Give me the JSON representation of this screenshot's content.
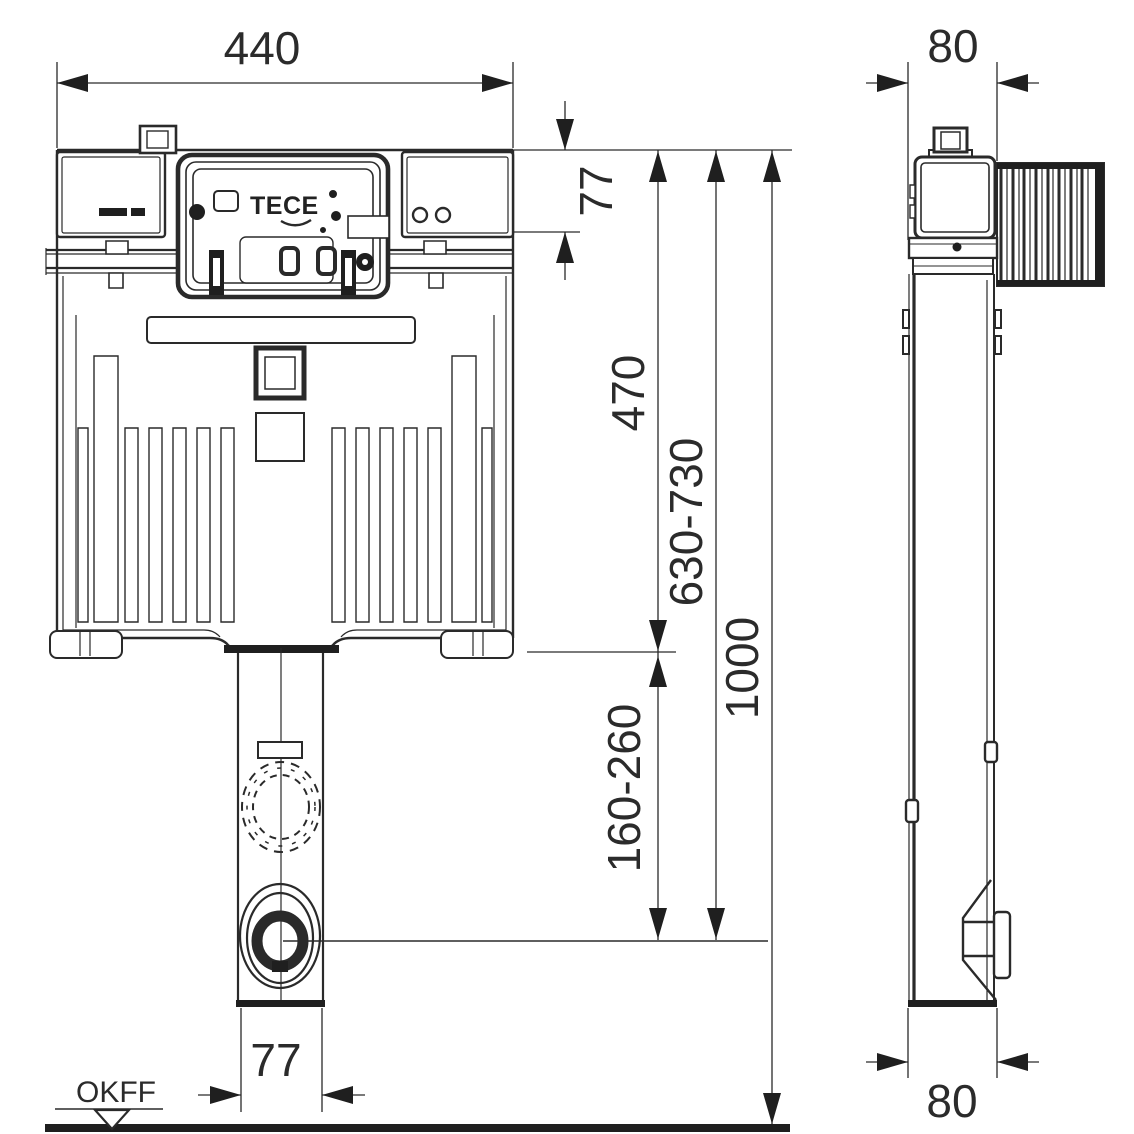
{
  "front_view": {
    "brand_label": "TECE",
    "datum_label": "OKFF",
    "dimensions": {
      "overall_width": "440",
      "head_height": "77",
      "tank_bottom_from_top": "470",
      "outlet_center_from_top": "630-730",
      "tank_bottom_to_outlet_center": "160-260",
      "overall_height": "1000",
      "drain_pipe_width": "77"
    }
  },
  "side_view": {
    "dimensions": {
      "depth_top": "80",
      "depth_bottom": "80"
    }
  },
  "style": {
    "line_color": "#2a2a2a",
    "background_color": "#ffffff"
  }
}
